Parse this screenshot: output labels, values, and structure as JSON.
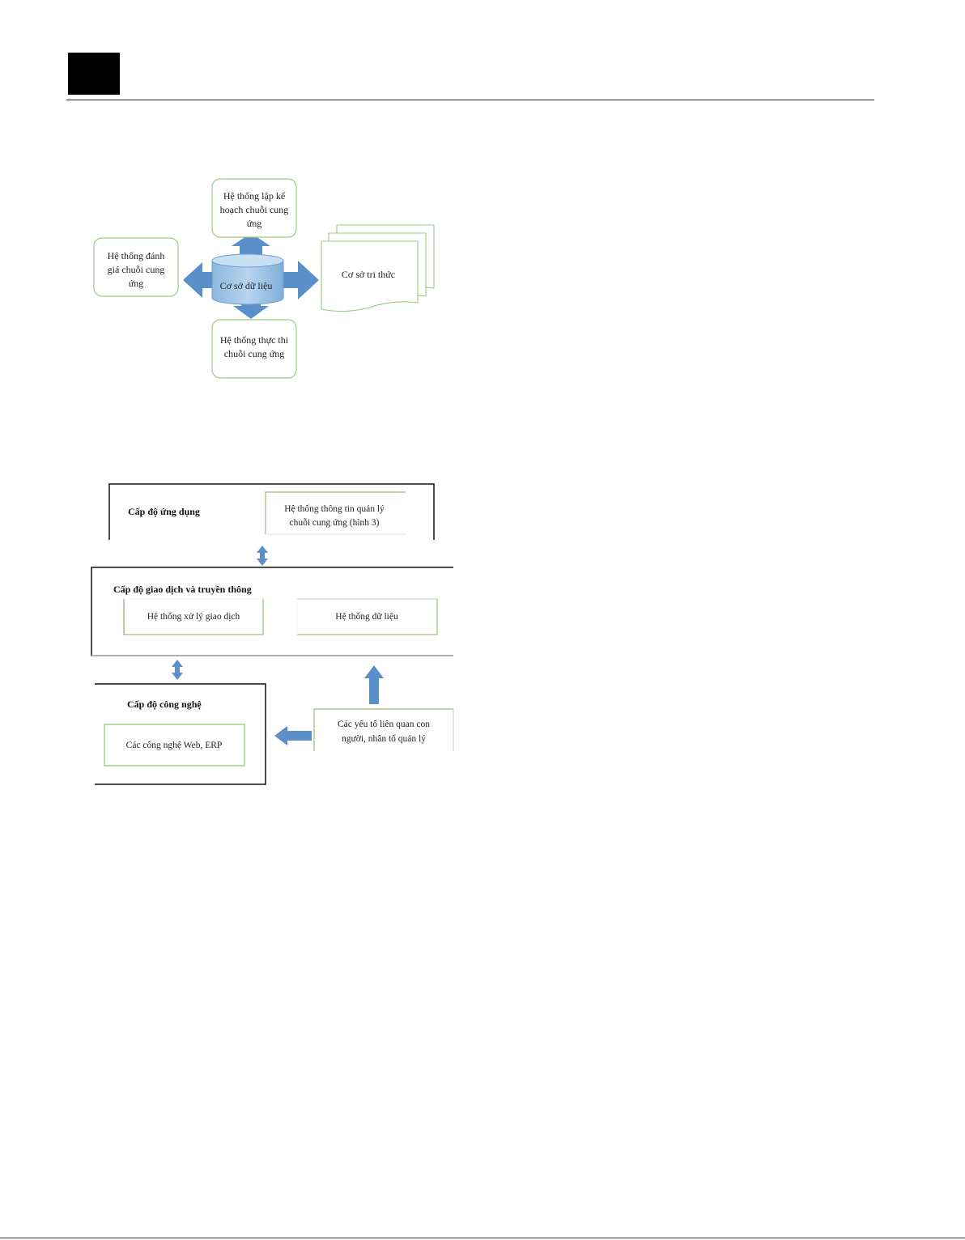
{
  "diagram1": {
    "top_node": [
      "Hệ thống lập kế",
      "hoạch chuỗi cung",
      "ứng"
    ],
    "left_node": [
      "Hệ thống đánh",
      "giá chuỗi cung",
      "ứng"
    ],
    "bottom_node": [
      "Hệ thống thực thi",
      "chuỗi cung ứng"
    ],
    "center_db": "Cơ sở dữ liệu",
    "right_doc": "Cơ sở tri thức",
    "colors": {
      "arrow": "#5b8fc9",
      "db_fill": "#a9cbe8",
      "node_border": "#9ccb7f"
    }
  },
  "diagram2": {
    "application_level": {
      "title": "Cấp độ ứng dụng",
      "box": [
        "Hệ thống thông tin quản lý",
        "chuỗi cung ứng (hình 3)"
      ]
    },
    "transaction_level": {
      "title": "Cấp độ giao dịch và truyền thông",
      "box_left": "Hệ thống xử lý giao dịch",
      "box_right": "Hệ thống dữ liệu"
    },
    "technology_level": {
      "title": "Cấp độ công nghệ",
      "box": "Các công nghệ Web, ERP"
    },
    "factors_box": [
      "Các yếu tố liên quan con",
      "người, nhân tố quản lý"
    ],
    "colors": {
      "arrow": "#5b8fc9",
      "box_border": "#8fc36f",
      "frame": "#111111"
    }
  }
}
